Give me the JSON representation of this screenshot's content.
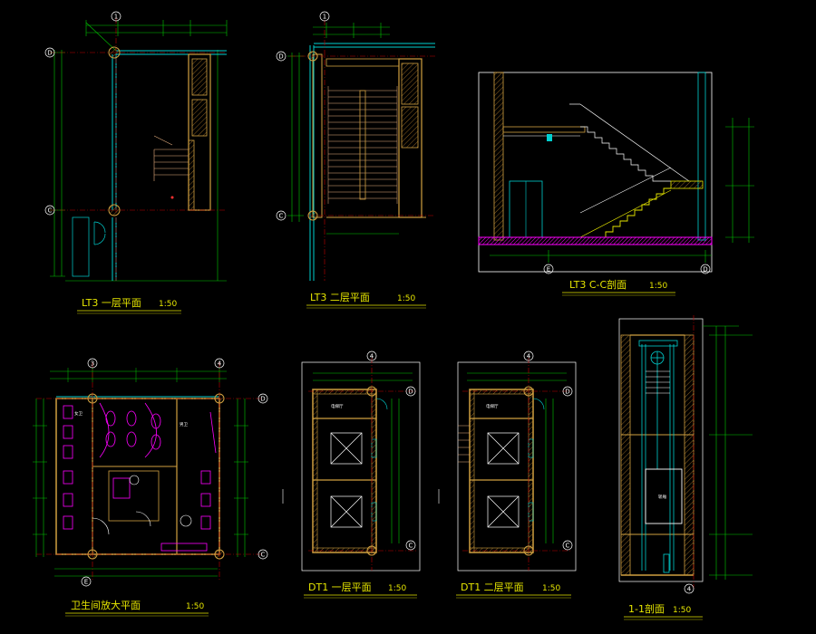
{
  "colors": {
    "background": "#000000",
    "dimension": "#00c800",
    "wall": "#d0a040",
    "wall_hatch": "#8a6020",
    "stair": "#e8b080",
    "glazing": "#00d0d0",
    "fixture": "#ff00ff",
    "grid": "#c00000",
    "title": "#e6e600",
    "hatch_ground": "#ff00ff",
    "text": "#ffffff"
  },
  "drawings": [
    {
      "key": "lt3_first",
      "title": "LT3 一层平面",
      "scale": "1:50",
      "axes": [
        "1",
        "D",
        "C"
      ],
      "labels": []
    },
    {
      "key": "lt3_second",
      "title": "LT3 二层平面",
      "scale": "1:50",
      "axes": [
        "1",
        "D",
        "C"
      ],
      "labels": []
    },
    {
      "key": "lt3_section",
      "title": "LT3 C-C剖面",
      "scale": "1:50",
      "axes": [
        "E",
        "D"
      ],
      "labels": []
    },
    {
      "key": "toilet",
      "title": "卫生间放大平面",
      "scale": "1:50",
      "axes": [
        "3",
        "4",
        "D",
        "C",
        "E"
      ],
      "labels": [
        "女卫",
        "男卫"
      ]
    },
    {
      "key": "dt1_first",
      "title": "DT1 一层平面",
      "scale": "1:50",
      "axes": [
        "4",
        "D",
        "C"
      ],
      "labels": [
        "电梯厅"
      ]
    },
    {
      "key": "dt1_second",
      "title": "DT1 二层平面",
      "scale": "1:50",
      "axes": [
        "4",
        "D",
        "C"
      ],
      "labels": [
        "电梯厅"
      ]
    },
    {
      "key": "elevator_section",
      "title": "1-1剖面",
      "scale": "1:50",
      "axes": [
        "4"
      ],
      "labels": [
        "轿厢"
      ]
    }
  ]
}
